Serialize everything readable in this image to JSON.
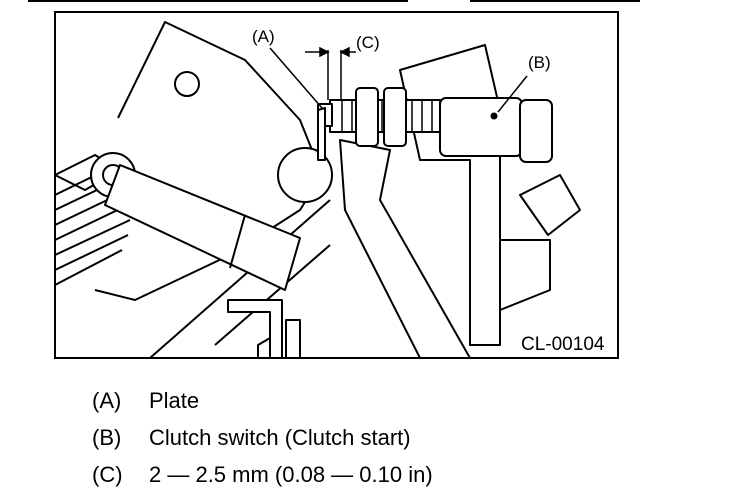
{
  "figure": {
    "id": "CL-00104",
    "callouts": {
      "a": "(A)",
      "b": "(B)",
      "c": "(C)"
    }
  },
  "legend": [
    {
      "key": "(A)",
      "text": "Plate"
    },
    {
      "key": "(B)",
      "text": "Clutch switch (Clutch start)"
    },
    {
      "key": "(C)",
      "text": "2 — 2.5 mm (0.08 — 0.10 in)"
    }
  ]
}
